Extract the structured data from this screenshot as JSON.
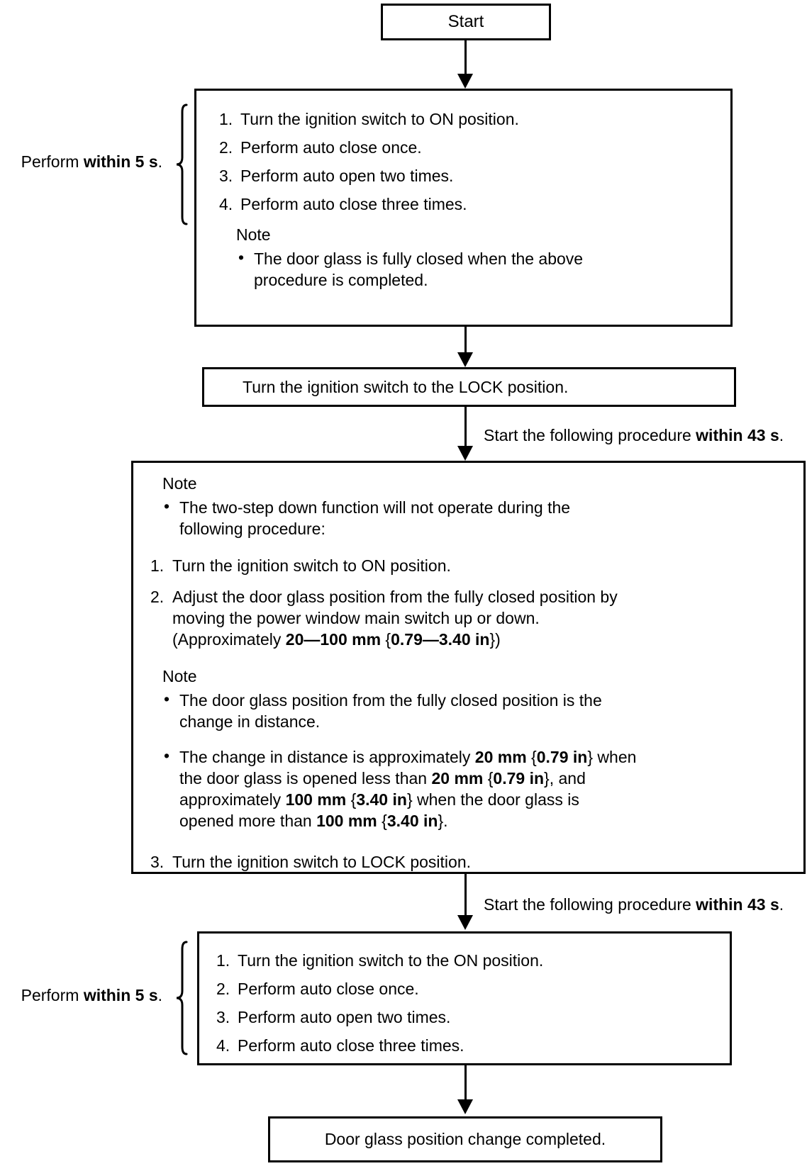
{
  "labels": {
    "perform_within_5s": [
      {
        "t": "Perform ",
        "b": false
      },
      {
        "t": "within 5 s",
        "b": true
      },
      {
        "t": ".",
        "b": false
      }
    ],
    "start_following_43s": [
      {
        "t": "Start the following procedure ",
        "b": false
      },
      {
        "t": "within 43 s",
        "b": true
      },
      {
        "t": ".",
        "b": false
      }
    ]
  },
  "start_box": {
    "label": "Start"
  },
  "first_procedure_box": {
    "items": [
      {
        "num": "1.",
        "text": "Turn the ignition switch to ON position."
      },
      {
        "num": "2.",
        "text": "Perform auto close once."
      },
      {
        "num": "3.",
        "text": "Perform auto open two times."
      },
      {
        "num": "4.",
        "text": "Perform auto close three times."
      }
    ],
    "note_label": "Note",
    "note_lines": [
      "The door glass is fully closed when the above",
      "procedure is completed."
    ]
  },
  "lock_box": {
    "text": "Turn the ignition switch to the LOCK position."
  },
  "adjust_box": {
    "note1_label": "Note",
    "note1_lines": [
      "The two-step down function will not operate during the",
      "following procedure:"
    ],
    "step1_num": "1.",
    "step1_text": "Turn the ignition switch to ON position.",
    "step2_num": "2.",
    "step2_lines": [
      [
        {
          "t": "Adjust the door glass position from the fully closed position by",
          "b": false
        }
      ],
      [
        {
          "t": "moving the power window main switch up or down.",
          "b": false
        }
      ],
      [
        {
          "t": "(Approximately ",
          "b": false
        },
        {
          "t": "20—100 mm",
          "b": true
        },
        {
          "t": " {",
          "b": false
        },
        {
          "t": "0.79—3.40 in",
          "b": true
        },
        {
          "t": "})",
          "b": false
        }
      ]
    ],
    "note2_label": "Note",
    "note2_bullet1_lines": [
      "The door glass position from the fully closed position is the",
      "change in distance."
    ],
    "note2_bullet2_lines": [
      [
        {
          "t": "The change in distance is approximately ",
          "b": false
        },
        {
          "t": "20 mm",
          "b": true
        },
        {
          "t": " {",
          "b": false
        },
        {
          "t": "0.79 in",
          "b": true
        },
        {
          "t": "} when",
          "b": false
        }
      ],
      [
        {
          "t": "the door glass is opened less than ",
          "b": false
        },
        {
          "t": "20 mm",
          "b": true
        },
        {
          "t": " {",
          "b": false
        },
        {
          "t": "0.79 in",
          "b": true
        },
        {
          "t": "}, and",
          "b": false
        }
      ],
      [
        {
          "t": "approximately ",
          "b": false
        },
        {
          "t": "100 mm",
          "b": true
        },
        {
          "t": " {",
          "b": false
        },
        {
          "t": "3.40 in",
          "b": true
        },
        {
          "t": "} when the door glass is",
          "b": false
        }
      ],
      [
        {
          "t": "opened more than ",
          "b": false
        },
        {
          "t": "100 mm",
          "b": true
        },
        {
          "t": " {",
          "b": false
        },
        {
          "t": "3.40 in",
          "b": true
        },
        {
          "t": "}.",
          "b": false
        }
      ]
    ],
    "step3_num": "3.",
    "step3_text": "Turn the ignition switch to LOCK position."
  },
  "second_procedure_box": {
    "items": [
      {
        "num": "1.",
        "text": "Turn the ignition switch to the ON position."
      },
      {
        "num": "2.",
        "text": "Perform auto close once."
      },
      {
        "num": "3.",
        "text": "Perform auto open two times."
      },
      {
        "num": "4.",
        "text": "Perform auto close three times."
      }
    ]
  },
  "end_box": {
    "text": "Door glass position change completed."
  }
}
